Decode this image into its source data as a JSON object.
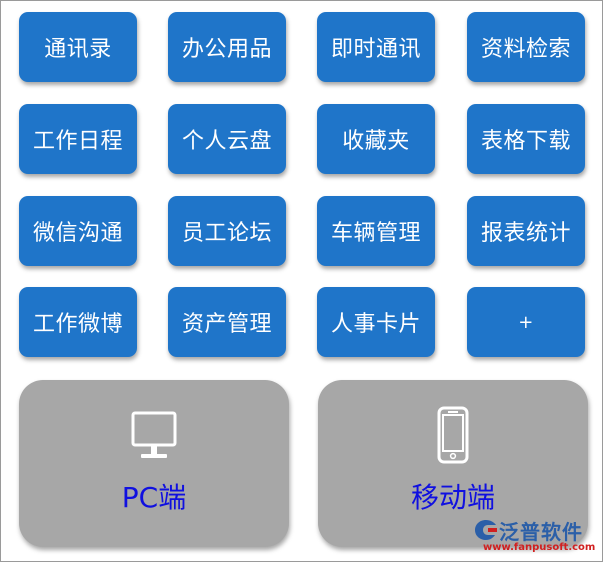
{
  "tiles": [
    {
      "id": "contacts",
      "label": "通讯录"
    },
    {
      "id": "office-supplies",
      "label": "办公用品"
    },
    {
      "id": "instant-messaging",
      "label": "即时通讯"
    },
    {
      "id": "document-search",
      "label": "资料检索"
    },
    {
      "id": "work-schedule",
      "label": "工作日程"
    },
    {
      "id": "personal-cloud",
      "label": "个人云盘"
    },
    {
      "id": "favorites",
      "label": "收藏夹"
    },
    {
      "id": "form-download",
      "label": "表格下载"
    },
    {
      "id": "wechat",
      "label": "微信沟通"
    },
    {
      "id": "staff-forum",
      "label": "员工论坛"
    },
    {
      "id": "vehicle-management",
      "label": "车辆管理"
    },
    {
      "id": "report-statistics",
      "label": "报表统计"
    },
    {
      "id": "work-weibo",
      "label": "工作微博"
    },
    {
      "id": "asset-management",
      "label": "资产管理"
    },
    {
      "id": "hr-card",
      "label": "人事卡片"
    },
    {
      "id": "add",
      "label": "+"
    }
  ],
  "platforms": {
    "pc": {
      "label": "PC端",
      "icon": "monitor-icon"
    },
    "mobile": {
      "label": "移动端",
      "icon": "smartphone-icon"
    }
  },
  "logo": {
    "brand": "泛普软件",
    "url": "www.fanpusoft.com"
  },
  "colors": {
    "tile": "#1f75c9",
    "platform_card": "#a7a7a7",
    "platform_label": "#1010e0",
    "brand": "#2b5fa8",
    "url": "#d11f1f"
  }
}
